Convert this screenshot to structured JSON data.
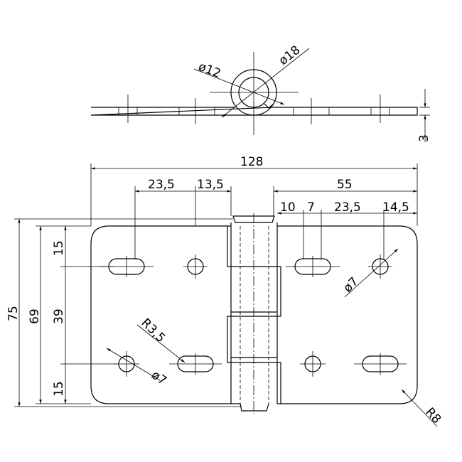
{
  "drawing": {
    "side_view": {
      "dia_outer": "ø18",
      "dia_inner": "ø12",
      "thickness": "3"
    },
    "front_view": {
      "overall_width": "128",
      "left_hole_offset": "23,5",
      "left_hole_pitch": "13,5",
      "right_span": "55",
      "right_gap": "10",
      "right_slot": "7",
      "right_pitch": "23,5",
      "right_edge": "14,5",
      "overall_height": "75",
      "plate_height": "69",
      "hole_pitch_vertical": "39",
      "top_edge": "15",
      "bottom_edge": "15",
      "slot_radius": "R3,5",
      "hole_dia_left": "ø7",
      "hole_dia_right": "ø7",
      "corner_radius": "R8"
    }
  }
}
